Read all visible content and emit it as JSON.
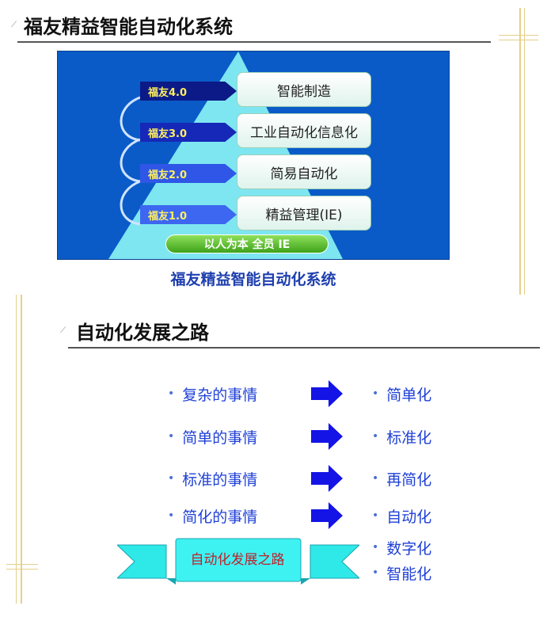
{
  "slide1": {
    "title": "福友精益智能自动化系统",
    "levels": [
      {
        "tag": "福友4.0",
        "label": "智能制造",
        "tag_color": "#0b1a86"
      },
      {
        "tag": "福友3.0",
        "label": "工业自动化信息化",
        "tag_color": "#1628b8"
      },
      {
        "tag": "福友2.0",
        "label": "简易自动化",
        "tag_color": "#2f56e6"
      },
      {
        "tag": "福友1.0",
        "label": "精益管理(IE)",
        "tag_color": "#3d67f0"
      }
    ],
    "base": "以人为本 全员 IE",
    "caption": "福友精益智能自动化系统"
  },
  "slide2": {
    "title": "自动化发展之路",
    "rows": [
      {
        "left": "复杂的事情",
        "right": "简单化"
      },
      {
        "left": "简单的事情",
        "right": "标准化"
      },
      {
        "left": "标准的事情",
        "right": "再简化"
      },
      {
        "left": "简化的事情",
        "right": "自动化"
      }
    ],
    "extra": [
      "数字化",
      "智能化"
    ],
    "ribbon": "自动化发展之路",
    "colors": {
      "text": "#1f40d6",
      "arrow": "#1414e6",
      "ribbon": "#2fe8e8",
      "ribbon_text": "#c0202a"
    }
  }
}
